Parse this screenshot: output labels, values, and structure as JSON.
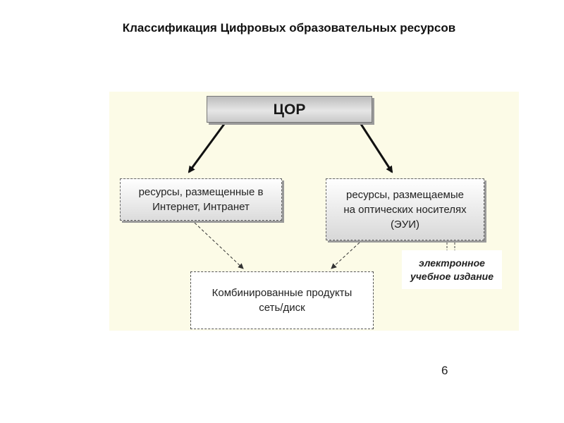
{
  "title": "Классификация Цифровых образовательных ресурсов",
  "nodes": {
    "cor": "ЦОР",
    "internet": {
      "line1": "ресурсы, размещенные в",
      "line2": "Интернет, Интранет"
    },
    "optical": {
      "line1": "ресурсы, размещаемые",
      "line2": "на оптических носителях",
      "line3": "(ЭУИ)"
    },
    "combined": {
      "line1": "Комбинированные продукты",
      "line2": "сеть/диск"
    },
    "eui": {
      "line1": "электронное",
      "line2": "учебное издание"
    }
  },
  "page_number": "6"
}
